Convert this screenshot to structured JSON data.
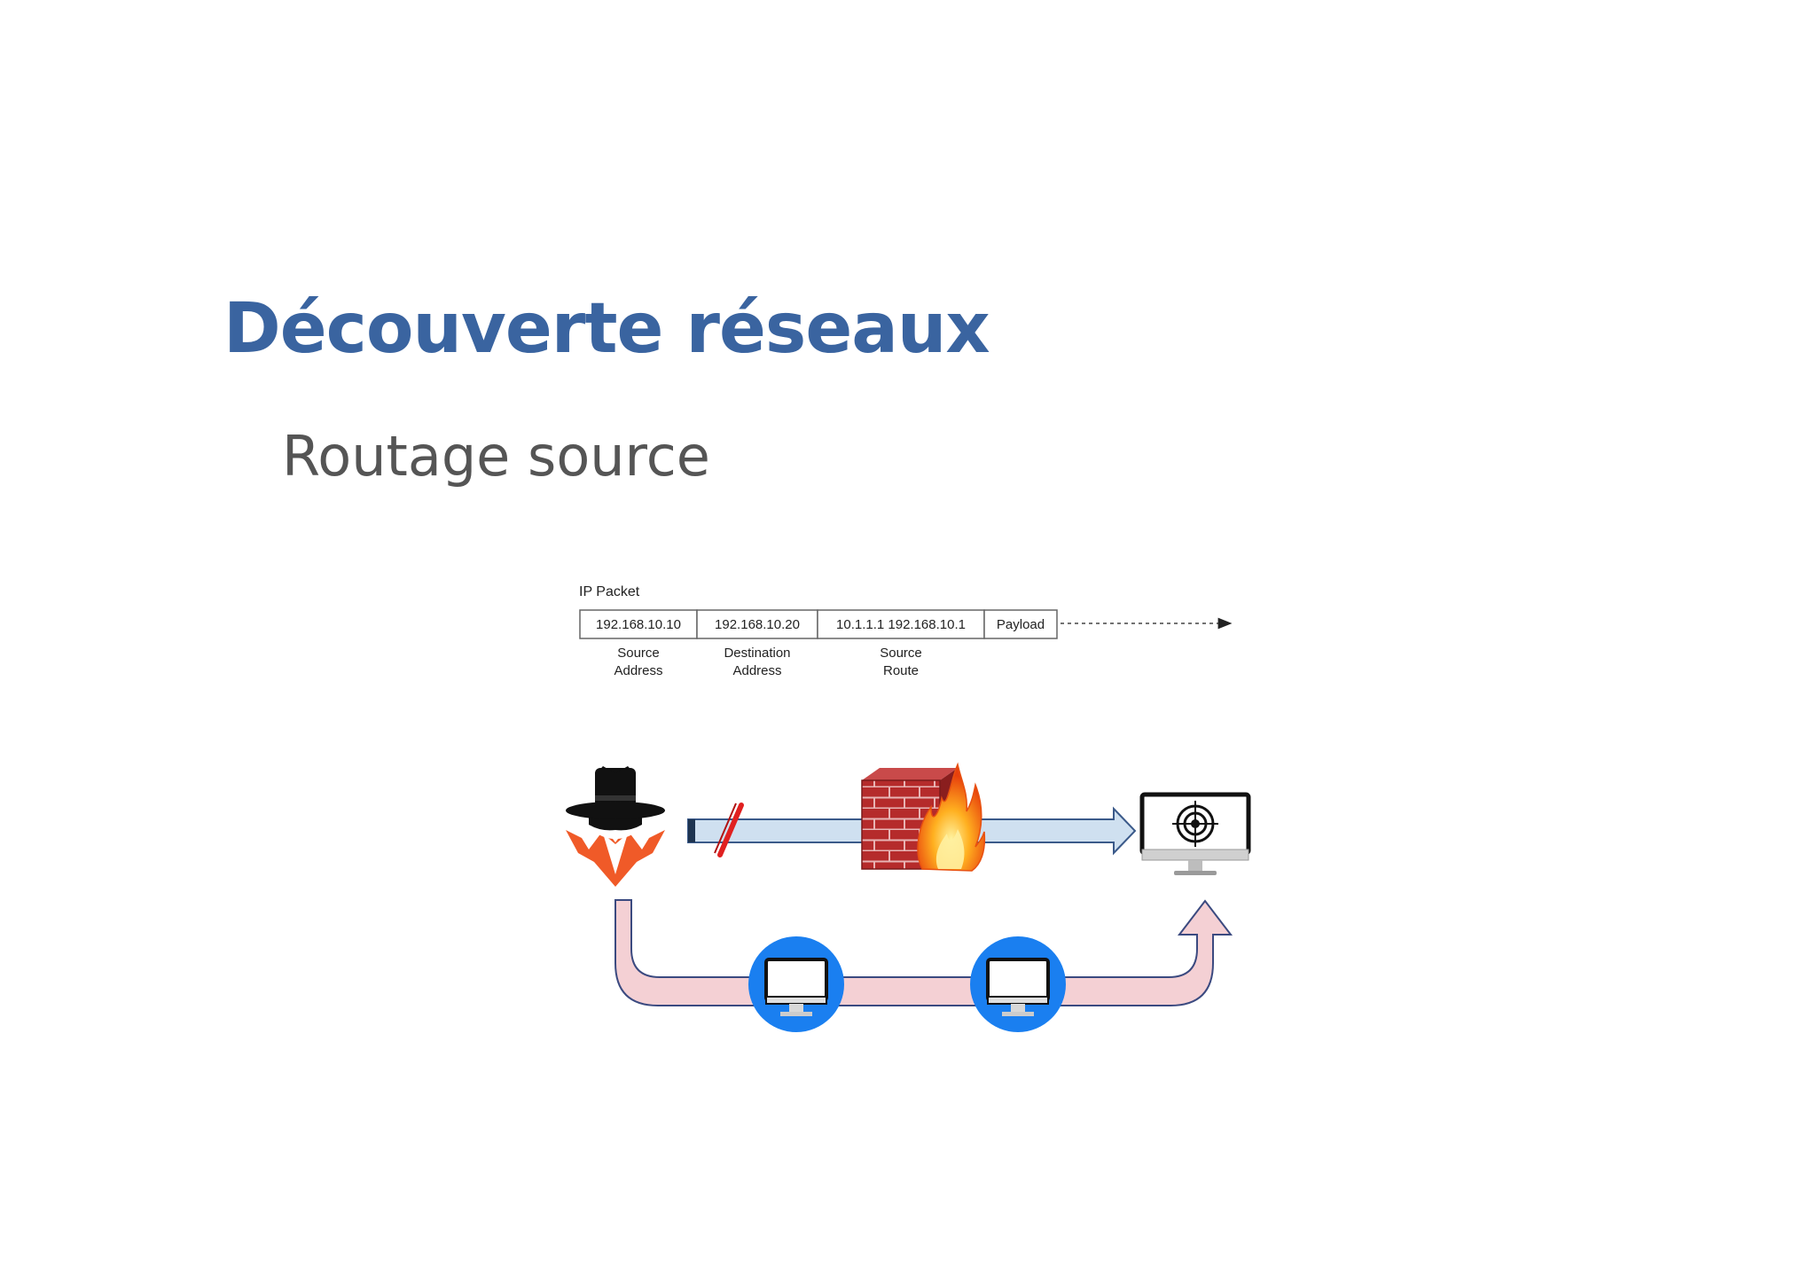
{
  "slide": {
    "title": "Découverte réseaux",
    "subtitle": "Routage source"
  },
  "packet": {
    "label": "IP Packet",
    "fields": [
      {
        "value": "192.168.10.10",
        "caption_line1": "Source",
        "caption_line2": "Address"
      },
      {
        "value": "192.168.10.20",
        "caption_line1": "Destination",
        "caption_line2": "Address"
      },
      {
        "value": "10.1.1.1 192.168.10.1",
        "caption_line1": "Source",
        "caption_line2": "Route"
      },
      {
        "value": "Payload",
        "caption_line1": "",
        "caption_line2": ""
      }
    ]
  },
  "icons": {
    "attacker": "spy-attacker-icon",
    "firewall": "firewall-icon",
    "target": "target-monitor-icon",
    "router1": "computer-node-icon",
    "router2": "computer-node-icon"
  },
  "colors": {
    "title": "#3a64a0",
    "subtitle": "#555555",
    "blocked_arrow": "#cfe0f0",
    "route_arrow": "#f4d0d4",
    "node_blue": "#1a7ff0",
    "brick": "#b22a2a",
    "block_mark": "#e02020"
  }
}
